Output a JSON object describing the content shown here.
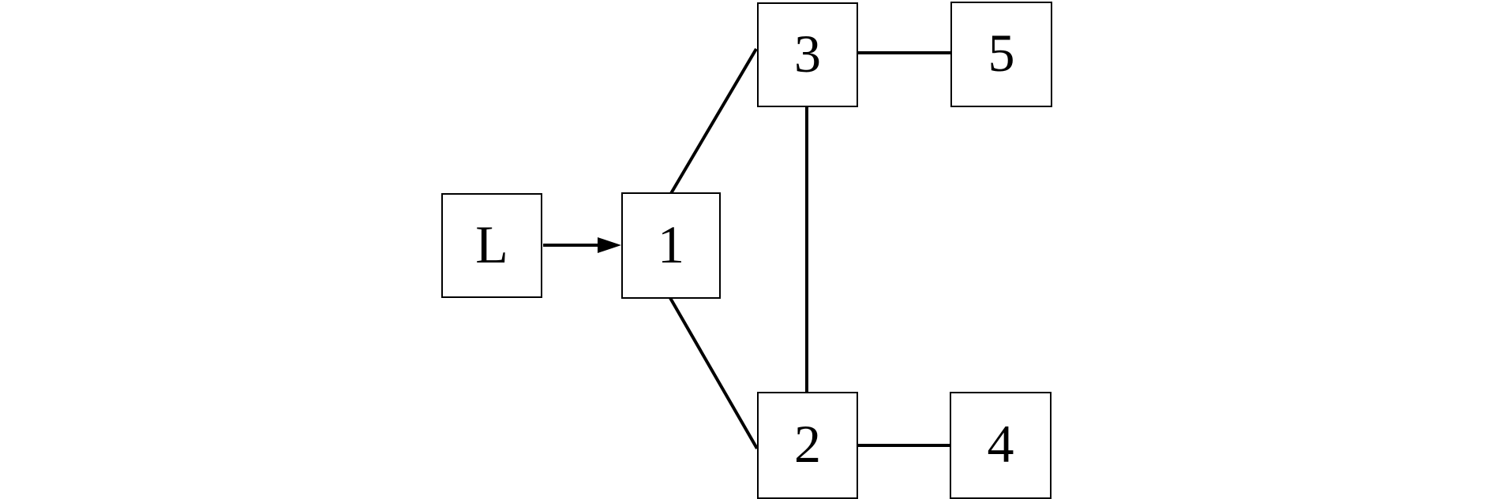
{
  "nodes": [
    {
      "id": "L",
      "label": "L"
    },
    {
      "id": "1",
      "label": "1"
    },
    {
      "id": "2",
      "label": "2"
    },
    {
      "id": "3",
      "label": "3"
    },
    {
      "id": "4",
      "label": "4"
    },
    {
      "id": "5",
      "label": "5"
    }
  ],
  "edges": [
    {
      "from": "L",
      "to": "1",
      "directed": true
    },
    {
      "from": "1",
      "to": "3",
      "directed": false
    },
    {
      "from": "1",
      "to": "2",
      "directed": false
    },
    {
      "from": "3",
      "to": "5",
      "directed": false
    },
    {
      "from": "3",
      "to": "2",
      "directed": false
    },
    {
      "from": "2",
      "to": "4",
      "directed": false
    }
  ],
  "colors": {
    "background": "#ffffff",
    "node_border": "#000000",
    "edge_stroke": "#000000",
    "label_text": "#000000"
  }
}
